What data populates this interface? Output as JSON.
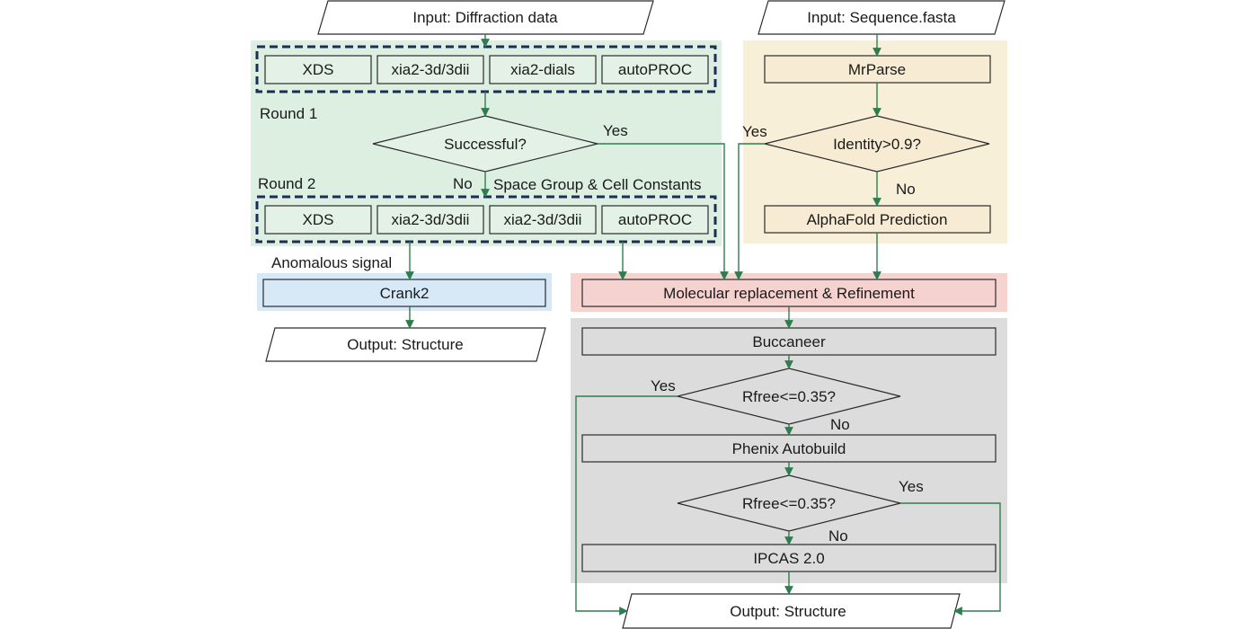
{
  "colors": {
    "green_region": "#dcefe1",
    "yellow_region": "#f8efd8",
    "blue_region": "#d6e9f8",
    "pink_region": "#f7d3d0",
    "gray_region": "#dcdcdc",
    "arrow": "#2e7d4f",
    "dashed_frame": "#1d2d55"
  },
  "inputs": {
    "diffraction": "Input: Diffraction data",
    "sequence": "Input: Sequence.fasta"
  },
  "round1": {
    "label": "Round 1",
    "tools": [
      "XDS",
      "xia2-3d/3dii",
      "xia2-dials",
      "autoPROC"
    ]
  },
  "round2": {
    "label": "Round 2",
    "tools": [
      "XDS",
      "xia2-3d/3dii",
      "xia2-3d/3dii",
      "autoPROC"
    ]
  },
  "decisions": {
    "successful": "Successful?",
    "identity": "Identity>0.9?",
    "rfree1": "Rfree<=0.35?",
    "rfree2": "Rfree<=0.35?"
  },
  "edge_labels": {
    "yes": "Yes",
    "no": "No",
    "space_group": "Space Group & Cell Constants",
    "anomalous": "Anomalous signal"
  },
  "steps": {
    "mrparse": "MrParse",
    "alphafold": "AlphaFold Prediction",
    "crank2": "Crank2",
    "mr": "Molecular replacement & Refinement",
    "buccaneer": "Buccaneer",
    "phenix": "Phenix Autobuild",
    "ipcas": "IPCAS 2.0"
  },
  "outputs": {
    "left": "Output: Structure",
    "right": "Output: Structure"
  }
}
